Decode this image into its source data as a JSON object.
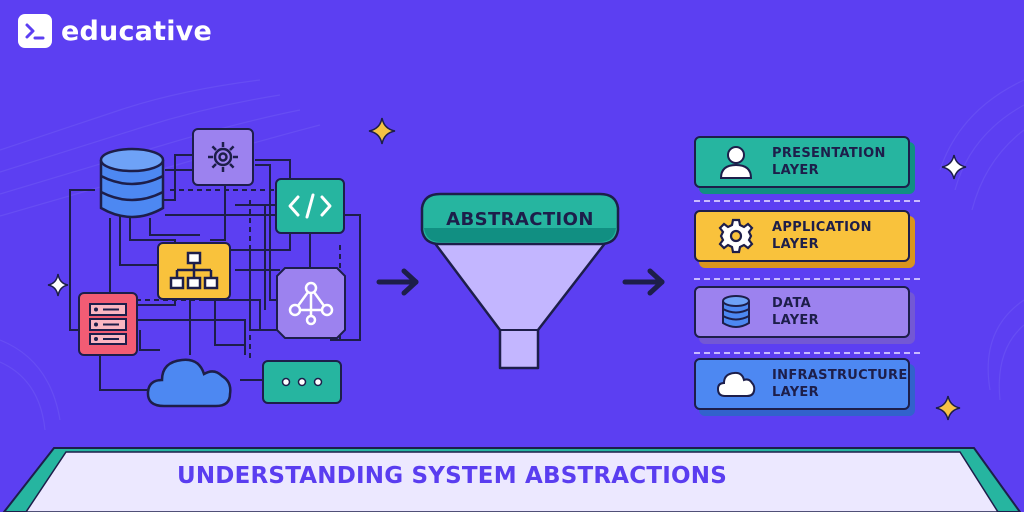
{
  "brand": {
    "name": "educative",
    "logo_icon": "terminal-prompt-icon"
  },
  "diagram": {
    "process_label": "ABSTRACTION",
    "layers": [
      {
        "label_line1": "PRESENTATION",
        "label_line2": "LAYER",
        "icon": "user-icon",
        "color": "#26b5a0",
        "shade": "#118f82"
      },
      {
        "label_line1": "APPLICATION",
        "label_line2": "LAYER",
        "icon": "gear-icon",
        "color": "#f9c23c",
        "shade": "#d9951d"
      },
      {
        "label_line1": "DATA",
        "label_line2": "LAYER",
        "icon": "database-icon",
        "color": "#9c82ef",
        "shade": "#7358d4"
      },
      {
        "label_line1": "INFRASTRUCTURE",
        "label_line2": "LAYER",
        "icon": "cloud-icon",
        "color": "#4d88f2",
        "shade": "#3262cc"
      }
    ],
    "components": [
      "database-icon",
      "gear-icon",
      "code-icon",
      "hierarchy-icon",
      "server-rack-icon",
      "network-graph-icon",
      "cloud-icon",
      "more-dots-icon"
    ]
  },
  "banner": {
    "title": "UNDERSTANDING SYSTEM ABSTRACTIONS"
  },
  "colors": {
    "background": "#5c3ff2",
    "outline": "#1d1e4a",
    "teal": "#26b5a0",
    "sparkle": "#f6c244",
    "banner_text": "#5a3df0"
  }
}
